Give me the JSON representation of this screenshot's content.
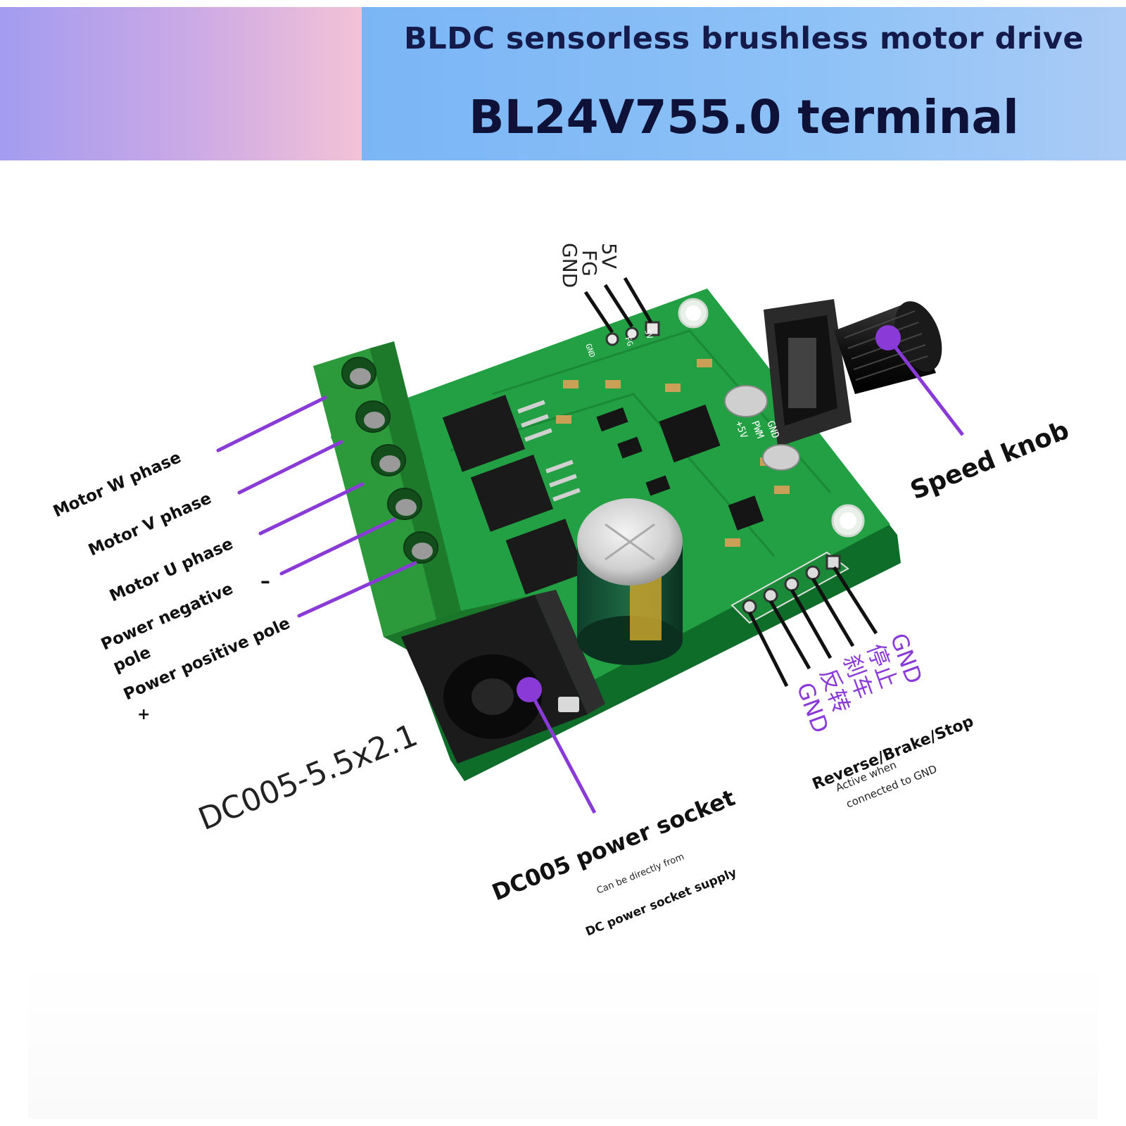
{
  "header": {
    "title_line1": "BLDC sensorless brushless motor drive",
    "title_line2": "BL24V755.0 terminal"
  },
  "top_pins": [
    "5V",
    "FG",
    "GND"
  ],
  "left_labels": {
    "motor_w": "Motor W phase",
    "motor_v": "Motor V phase",
    "motor_u": "Motor U phase",
    "power_negative_line1": "Power negative",
    "power_negative_line2": "pole",
    "power_negative_sign": "–",
    "power_positive": "Power positive pole",
    "power_positive_sign": "+"
  },
  "speed_knob_label": "Speed knob",
  "socket": {
    "model": "DC005-5.5x2.1",
    "title": "DC005 power socket",
    "note_line1": "Can be directly from",
    "note_line2": "DC power socket supply"
  },
  "control_pins": {
    "gnd_top": "GND",
    "stop": "停止",
    "brake": "刹车",
    "reverse": "反转",
    "gnd_bottom": "GND"
  },
  "control_label": {
    "title": "Reverse/Brake/Stop",
    "note_line1": "Active when",
    "note_line2": "connected to GND"
  },
  "pcb_silkscreen": {
    "plus5v": "+5V",
    "pwm": "PWM",
    "gnd": "GND",
    "gnd_small": "GND",
    "fg_small": "FG",
    "v5_small": "5V"
  },
  "colors": {
    "accent_purple": "#8a3ad6",
    "pcb_green": "#1f9a3c",
    "terminal_green": "#2c9a3a"
  }
}
